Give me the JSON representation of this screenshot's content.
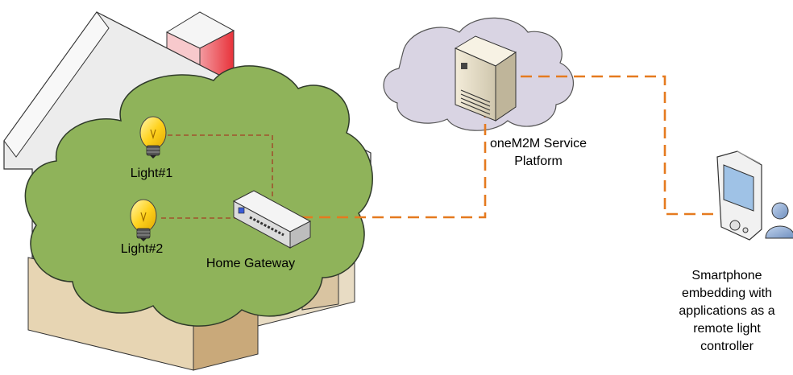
{
  "labels": {
    "light1": "Light#1",
    "light2": "Light#2",
    "gateway": "Home Gateway",
    "platform_line1": "oneM2M Service",
    "platform_line2": "Platform",
    "phone_line1": "Smartphone",
    "phone_line2": "embedding with",
    "phone_line3": "applications as a",
    "phone_line4": "remote light",
    "phone_line5": "controller"
  },
  "colors": {
    "foliage": "#8fb35a",
    "foliage_stroke": "#333333",
    "house_wall": "#e6e6e6",
    "house_base": "#d9c4a1",
    "chimney": "#e8323a",
    "cloud": "#d9d4e3",
    "bulb": "#ffd21f",
    "local_link": "#a0522d",
    "remote_link": "#e57a1f",
    "user": "#8fa8cc"
  },
  "icons": [
    "light-bulb-icon",
    "gateway-device-icon",
    "server-icon",
    "cloud-icon",
    "smartphone-icon",
    "user-icon"
  ]
}
